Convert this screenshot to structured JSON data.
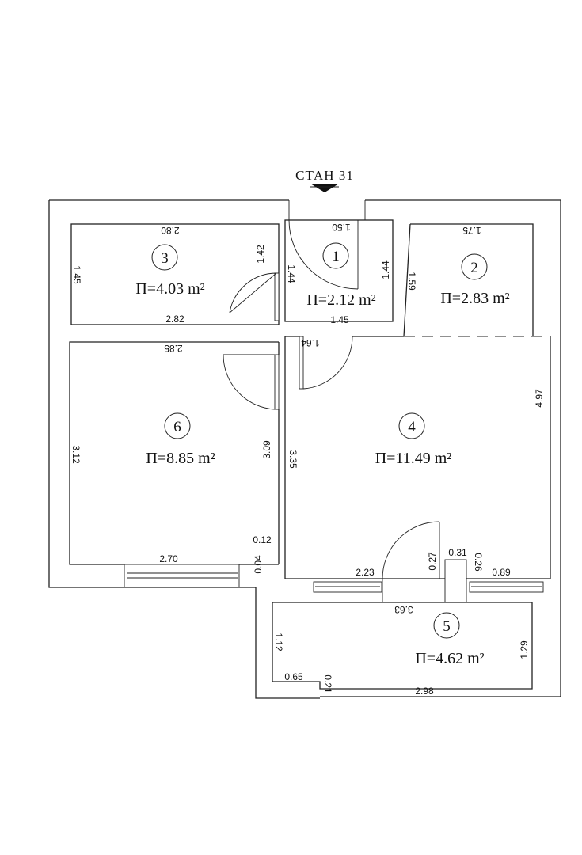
{
  "header": {
    "title": "СТАН 31"
  },
  "rooms": [
    {
      "number": "1",
      "area": "П=2.12 m²"
    },
    {
      "number": "2",
      "area": "П=2.83 m²"
    },
    {
      "number": "3",
      "area": "П=4.03 m²"
    },
    {
      "number": "4",
      "area": "П=11.49 m²"
    },
    {
      "number": "5",
      "area": "П=4.62 m²"
    },
    {
      "number": "6",
      "area": "П=8.85 m²"
    }
  ],
  "dims": {
    "r3_top": "2.80",
    "r3_left": "1.45",
    "r3_right": "1.42",
    "r3_bottom": "2.82",
    "r1_top": "1.50",
    "r1_left": "1.44",
    "r1_right": "1.44",
    "r1_bottom": "1.45",
    "r2_top": "1.75",
    "r2_left": "1.59",
    "r4_top": "1.64",
    "r4_right": "4.97",
    "r4_left": "3.35",
    "r4_b1": "2.23",
    "r4_b2": "0.27",
    "r4_b3": "0.31",
    "r4_b4": "0.26",
    "r4_b5": "0.89",
    "r6_top": "2.85",
    "r6_left": "3.12",
    "r6_right": "3.09",
    "r6_bottom": "2.70",
    "r6_c1": "0.12",
    "r6_c2": "0.04",
    "r5_top": "3.63",
    "r5_left": "1.12",
    "r5_right": "1.29",
    "r5_b1": "0.65",
    "r5_b2": "0.21",
    "r5_b3": "2.98"
  }
}
